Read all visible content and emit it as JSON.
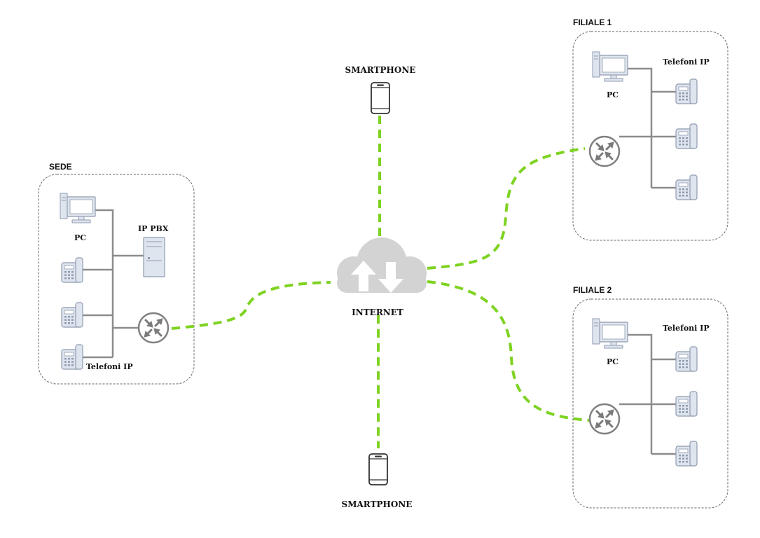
{
  "colors": {
    "link": "#7ed321",
    "wire": "#8c8c8c",
    "device_fill": "#dfe5ee",
    "device_stroke": "#8f9bb0",
    "screen": "#ffffff",
    "cloud": "#d3d3d3",
    "router_fill": "#ffffff",
    "router_stroke": "#808080",
    "group_border": "#666666"
  },
  "sede": {
    "title": "SEDE",
    "pc_label": "PC",
    "pbx_label": "IP PBX",
    "phones_label": "Telefoni IP"
  },
  "filiale1": {
    "title": "FILIALE 1",
    "pc_label": "PC",
    "phones_label": "Telefoni IP"
  },
  "filiale2": {
    "title": "FILIALE 2",
    "pc_label": "PC",
    "phones_label": "Telefoni IP"
  },
  "internet": {
    "label": "INTERNET"
  },
  "smartphone_top": {
    "label": "SMARTPHONE"
  },
  "smartphone_bottom": {
    "label": "SMARTPHONE"
  },
  "icons": [
    "pc-icon",
    "server-icon",
    "ip-phone-icon",
    "router-icon",
    "cloud-icon",
    "smartphone-icon"
  ]
}
